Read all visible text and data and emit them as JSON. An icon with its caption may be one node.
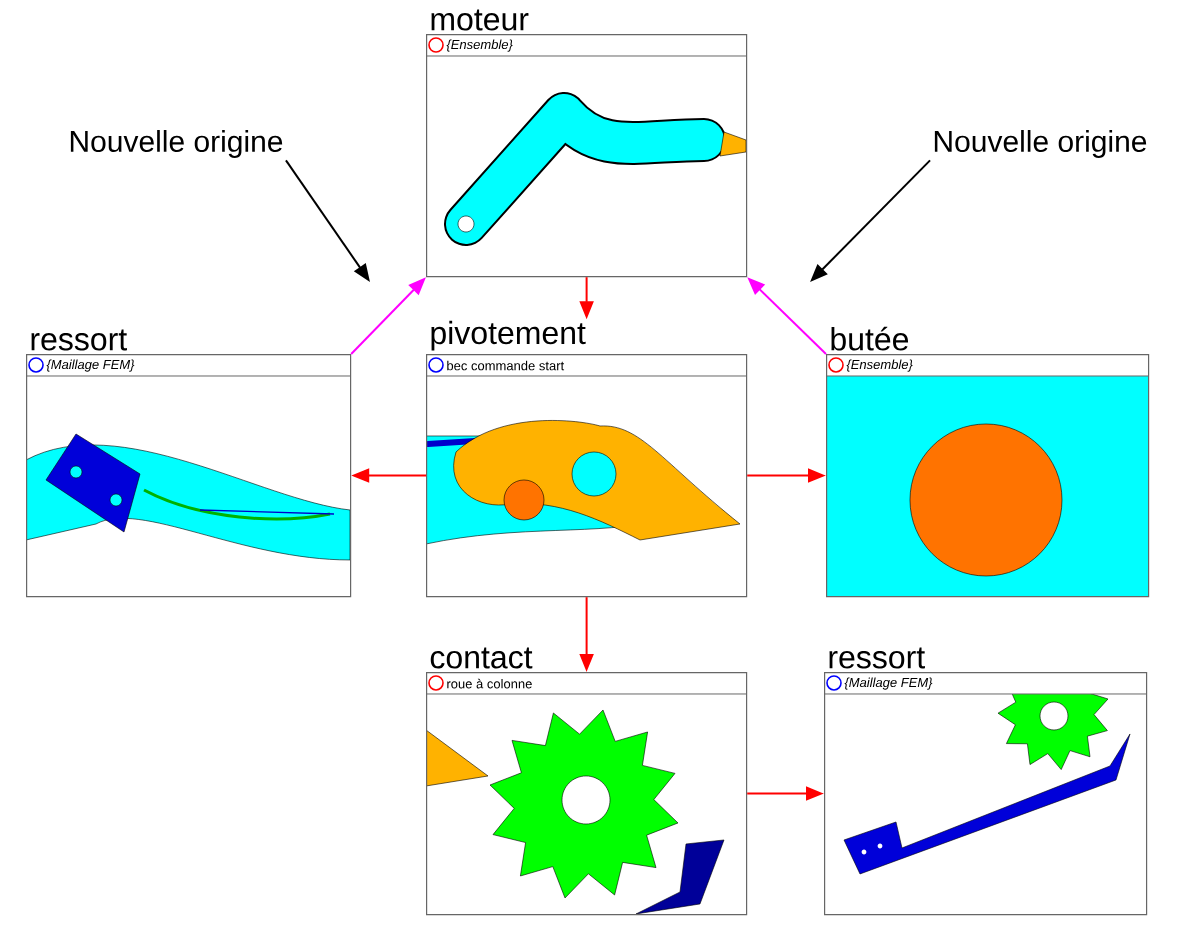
{
  "diagram": {
    "nodes": [
      {
        "text": [
          "moteur",
          "{Ensemble}"
        ]
      },
      {
        "text": [
          "Nouvelle origine"
        ]
      },
      {
        "text": [
          "Nouvelle origine"
        ]
      },
      {
        "text": [
          "ressort",
          "{Maillage FEM}"
        ]
      },
      {
        "text": [
          "pivotement",
          "bec commande start"
        ]
      },
      {
        "text": [
          "butée",
          "{Ensemble}"
        ]
      },
      {
        "text": [
          "contact",
          "roue à colonne"
        ]
      },
      {
        "text": [
          "ressort",
          "{Maillage FEM}"
        ]
      }
    ],
    "edges": [
      {
        "from": 0,
        "to": 4,
        "arrow": "to"
      },
      {
        "from": 4,
        "to": 3,
        "arrow": "to"
      },
      {
        "from": 4,
        "to": 5,
        "arrow": "to"
      },
      {
        "from": 4,
        "to": 6,
        "arrow": "to"
      },
      {
        "from": 6,
        "to": 7,
        "arrow": "to"
      },
      {
        "from": 3,
        "to": 0,
        "arrow": "to",
        "color": "#ff00ff"
      },
      {
        "from": 5,
        "to": 0,
        "arrow": "to",
        "color": "#ff00ff"
      },
      {
        "from": 1,
        "to": null,
        "arrow": "to",
        "color": "#000000"
      },
      {
        "from": 2,
        "to": null,
        "arrow": "to",
        "color": "#000000"
      }
    ]
  }
}
